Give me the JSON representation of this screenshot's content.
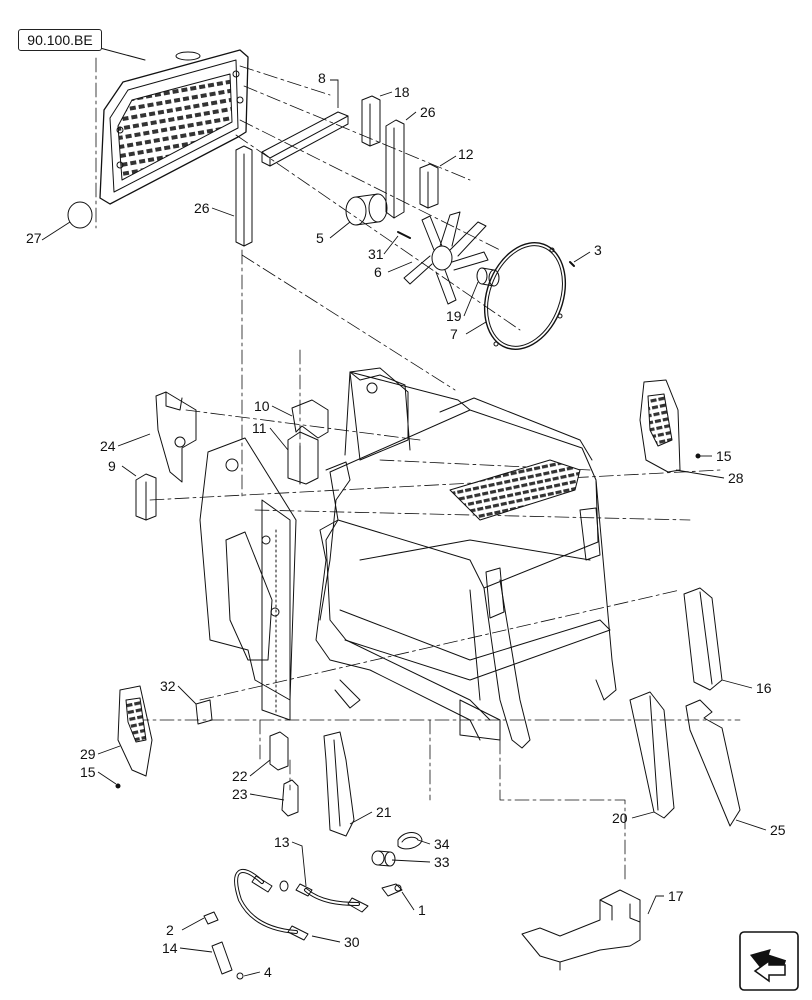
{
  "reference": "90.100.BE",
  "callouts": [
    {
      "id": "c8",
      "text": "8"
    },
    {
      "id": "c18",
      "text": "18"
    },
    {
      "id": "c26a",
      "text": "26"
    },
    {
      "id": "c12",
      "text": "12"
    },
    {
      "id": "c26b",
      "text": "26"
    },
    {
      "id": "c27",
      "text": "27"
    },
    {
      "id": "c5",
      "text": "5"
    },
    {
      "id": "c31",
      "text": "31"
    },
    {
      "id": "c6",
      "text": "6"
    },
    {
      "id": "c3",
      "text": "3"
    },
    {
      "id": "c19",
      "text": "19"
    },
    {
      "id": "c7",
      "text": "7"
    },
    {
      "id": "c10",
      "text": "10"
    },
    {
      "id": "c11",
      "text": "11"
    },
    {
      "id": "c24",
      "text": "24"
    },
    {
      "id": "c9",
      "text": "9"
    },
    {
      "id": "c15a",
      "text": "15"
    },
    {
      "id": "c28",
      "text": "28"
    },
    {
      "id": "c16",
      "text": "16"
    },
    {
      "id": "c32",
      "text": "32"
    },
    {
      "id": "c29",
      "text": "29"
    },
    {
      "id": "c15b",
      "text": "15"
    },
    {
      "id": "c22",
      "text": "22"
    },
    {
      "id": "c23",
      "text": "23"
    },
    {
      "id": "c21",
      "text": "21"
    },
    {
      "id": "c20",
      "text": "20"
    },
    {
      "id": "c25",
      "text": "25"
    },
    {
      "id": "c13",
      "text": "13"
    },
    {
      "id": "c34",
      "text": "34"
    },
    {
      "id": "c33",
      "text": "33"
    },
    {
      "id": "c17",
      "text": "17"
    },
    {
      "id": "c1",
      "text": "1"
    },
    {
      "id": "c2",
      "text": "2"
    },
    {
      "id": "c14",
      "text": "14"
    },
    {
      "id": "c30",
      "text": "30"
    },
    {
      "id": "c4",
      "text": "4"
    }
  ],
  "nav_icon": "next-page-arrow-icon"
}
